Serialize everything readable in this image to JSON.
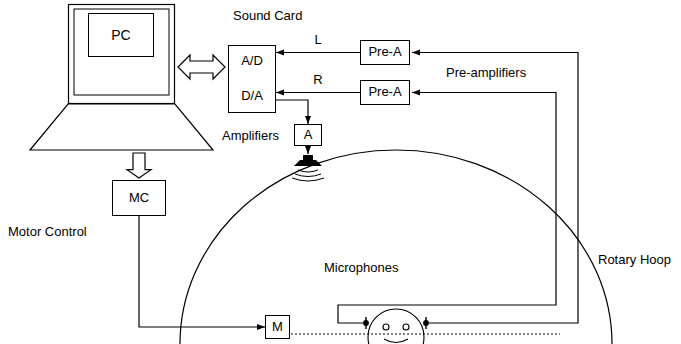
{
  "diagram": {
    "nodes": [
      {
        "text": [
          "PC"
        ]
      },
      {
        "text": [
          "Sound Card",
          "A/D",
          "D/A"
        ]
      },
      {
        "text": [
          "Pre-A"
        ]
      },
      {
        "text": [
          "Pre-A"
        ]
      },
      {
        "text": [
          "A"
        ]
      },
      {
        "text": [
          "MC"
        ]
      },
      {
        "text": [
          "M"
        ]
      }
    ],
    "edges": [
      {
        "from": 0,
        "to": 1,
        "arrow": "both"
      },
      {
        "from": 2,
        "to": 1,
        "arrow": "to",
        "label": "L"
      },
      {
        "from": 3,
        "to": 1,
        "arrow": "to",
        "label": "R"
      },
      {
        "from": 1,
        "to": 4,
        "arrow": "to"
      },
      {
        "from": 0,
        "to": 5,
        "arrow": "to"
      },
      {
        "from": 5,
        "to": 6,
        "arrow": "to"
      }
    ],
    "labels": [
      "Pre-amplifiers",
      "Amplifiers",
      "Motor Control",
      "Microphones",
      "Rotary Hoop"
    ]
  }
}
